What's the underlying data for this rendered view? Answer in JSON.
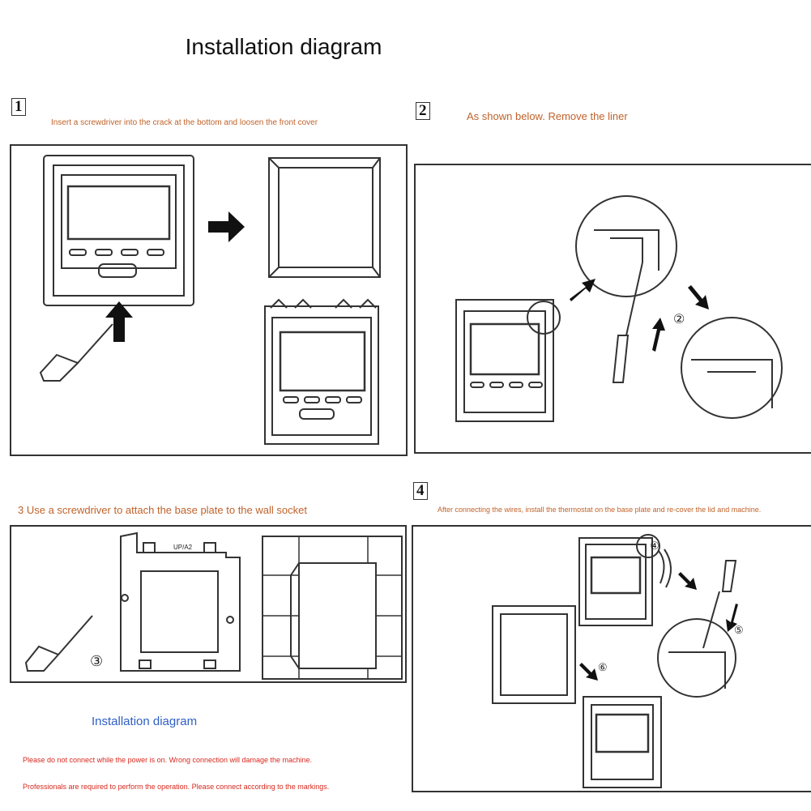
{
  "title": "Installation diagram",
  "steps": [
    {
      "number": "1",
      "caption": "Insert a screwdriver into the crack at the bottom and loosen the front cover"
    },
    {
      "number": "2",
      "caption": "As shown below. Remove the liner",
      "markers": [
        "②"
      ]
    },
    {
      "number": "3",
      "caption": "3 Use a screwdriver to attach the base plate to the wall socket",
      "markers": [
        "③"
      ],
      "plate_label": "UP/A2"
    },
    {
      "number": "4",
      "caption": "After connecting the wires, install the thermostat on the base plate and re-cover the lid and machine.",
      "markers": [
        "④",
        "⑤",
        "⑥"
      ]
    }
  ],
  "sub_title": "Installation diagram",
  "warnings": [
    "Please do not connect while the power is on. Wrong connection will damage the machine.",
    "Professionals are required to perform the operation. Please connect according to the markings."
  ],
  "colors": {
    "caption": "#c0622a",
    "warning": "#d8281e",
    "subtitle": "#2f5fc4",
    "line": "#333333"
  }
}
